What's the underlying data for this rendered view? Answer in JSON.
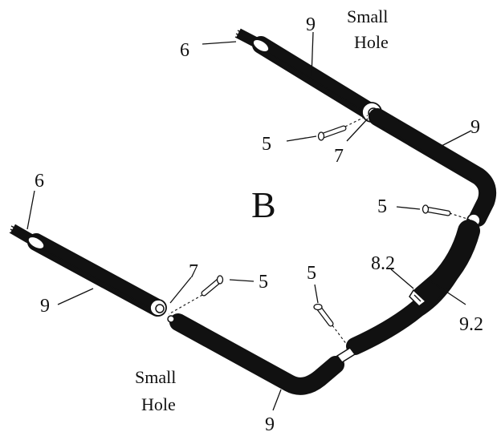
{
  "diagram": {
    "section_letter": "B",
    "labels": {
      "top_tube": "9",
      "top_cable": "6",
      "top_note_line1": "Small",
      "top_note_line2": "Hole",
      "top_screw": "5",
      "top_joint": "7",
      "right_tube": "9",
      "right_screw": "5",
      "connector": "8.2",
      "sleeve": "9.2",
      "middle_screw": "5",
      "left_cable": "6",
      "left_tube": "9",
      "left_joint": "7",
      "left_screw": "5",
      "bottom_note_line1": "Small",
      "bottom_note_line2": "Hole",
      "bottom_tube": "9"
    },
    "line_color": "#111111",
    "background": "#ffffff"
  }
}
